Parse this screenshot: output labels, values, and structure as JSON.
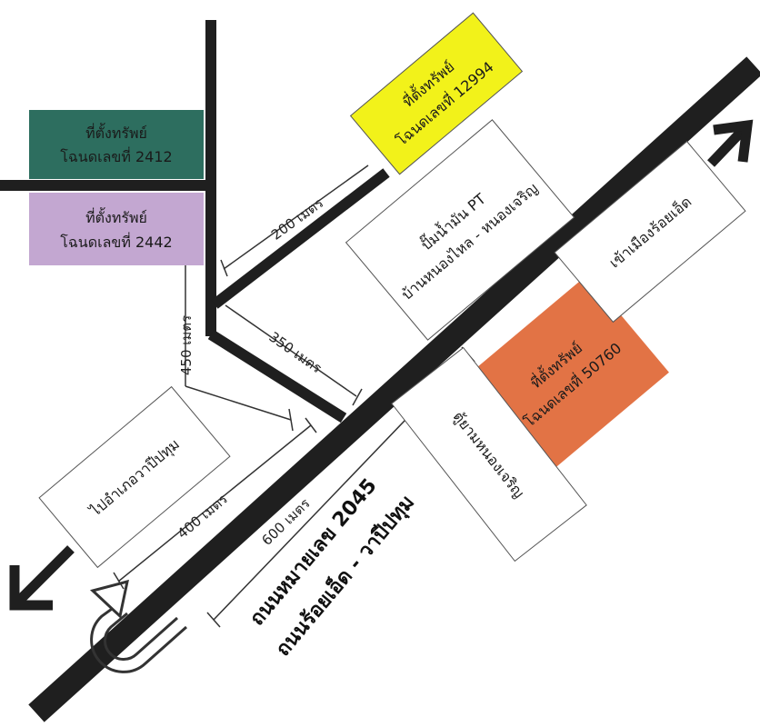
{
  "colors": {
    "road": "#1f1f1f",
    "teal_box": "#2d6e5f",
    "purple_box": "#c3a7d1",
    "yellow_box": "#f2f21a",
    "orange_box": "#e27345",
    "outline": "#555555"
  },
  "plots": {
    "plot_2412": {
      "line1": "ที่ตั้งทรัพย์",
      "line2": "โฉนดเลขที่ 2412"
    },
    "plot_2442": {
      "line1": "ที่ตั้งทรัพย์",
      "line2": "โฉนดเลขที่ 2442"
    },
    "plot_12994": {
      "line1": "ที่ตั้งทรัพย์",
      "line2": "โฉนดเลขที่ 12994"
    },
    "plot_50760": {
      "line1": "ที่ตั้งทรัพย์",
      "line2": "โฉนดเลขที่ 50760"
    }
  },
  "landmarks": {
    "gas_station": {
      "line1": "ปั๊มน้ำมัน PT",
      "line2": "บ้านหนองไหล - หนองเจริญ"
    },
    "to_roi_et": "เข้าเมืองร้อยเอ็ด",
    "to_wapi_pathum": "ไปอำเภอวาปีปทุม",
    "bus_stop": "ตู้ยามหนองเจริญ"
  },
  "distances": {
    "d200": "200 เมตร",
    "d350": "350 เมตร",
    "d450": "450 เมตร",
    "d400": "400 เมตร",
    "d600": "600 เมตร"
  },
  "road": {
    "line1": "ถนนหมายเลข 2045",
    "line2": "ถนนร้อยเอ็ด - วาปีปทุม"
  },
  "icons": [
    "arrow-northeast-icon",
    "arrow-southwest-icon",
    "u-turn-icon"
  ]
}
